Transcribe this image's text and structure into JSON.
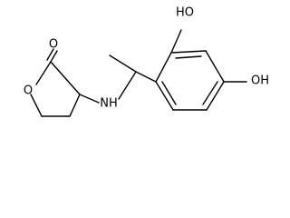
{
  "molecule": {
    "labels": {
      "carbonyl_oxygen": "O",
      "ring_oxygen": "O",
      "amine": "NH",
      "hydroxyl_top": "HO",
      "hydroxyl_right": "OH"
    }
  }
}
